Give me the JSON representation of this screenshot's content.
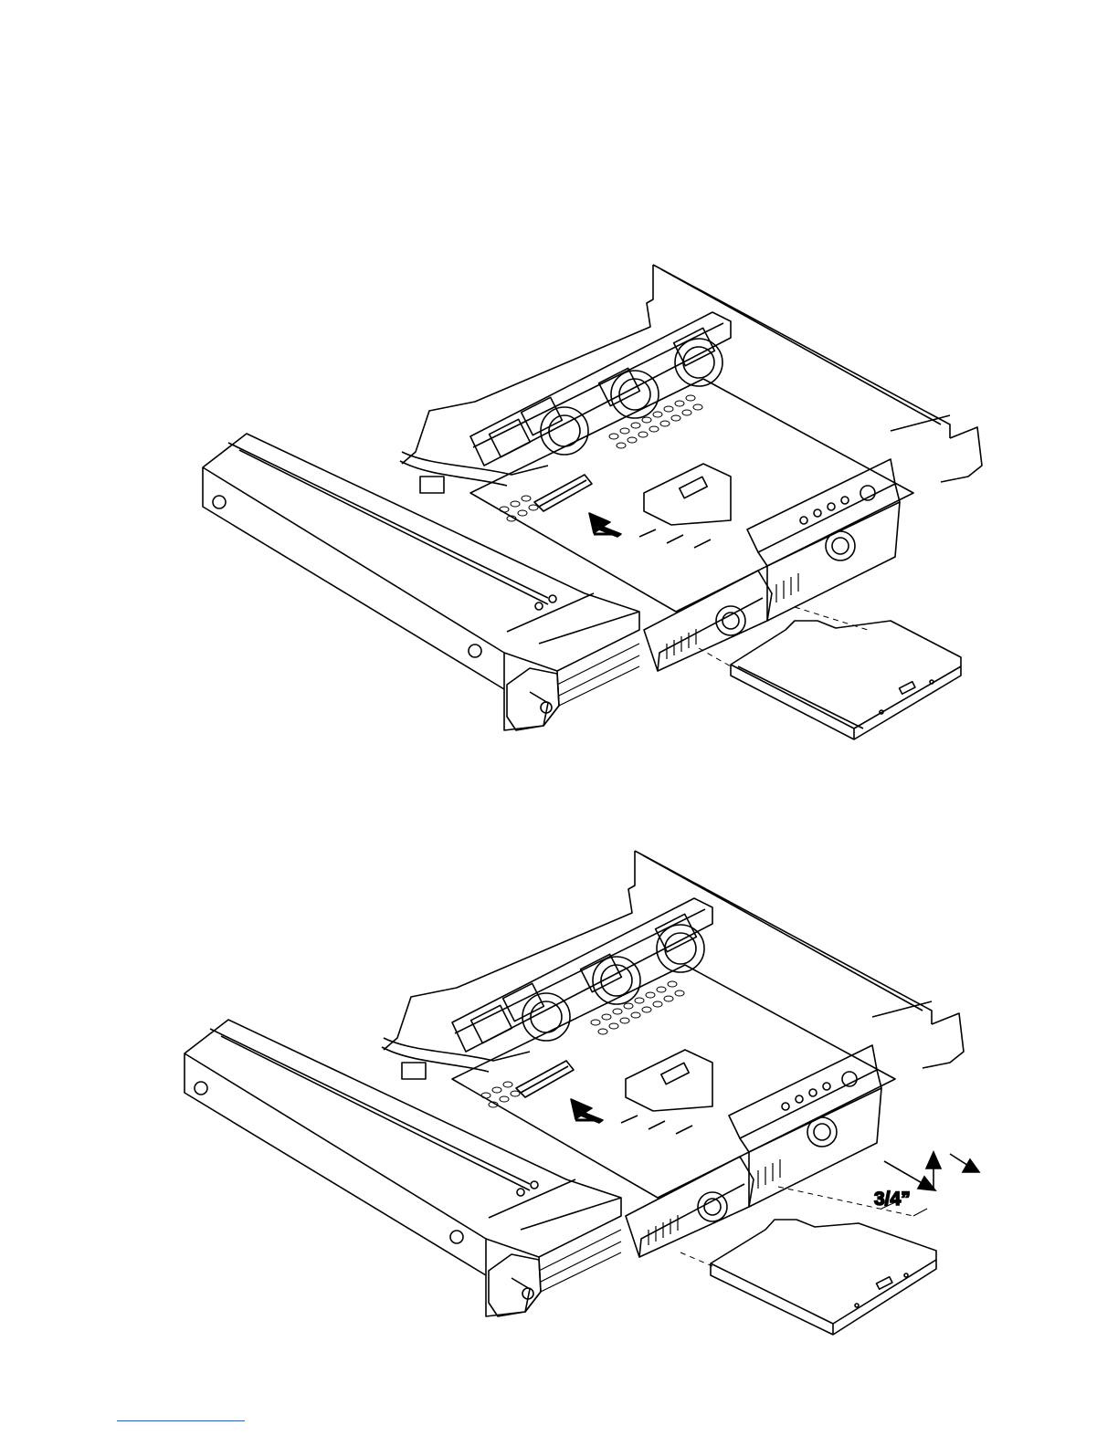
{
  "figures": [
    {
      "name": "remove-optical-drive-step-1"
    },
    {
      "name": "remove-optical-drive-step-2",
      "dimension_label": "3/4”"
    }
  ],
  "colors": {
    "line": "#000000",
    "paper": "#ffffff",
    "footer_rule": "#2f5fbf"
  },
  "icons": [
    "direction-arrow-icon",
    "vertical-arrow-icon",
    "diagonal-arrow-icon"
  ]
}
